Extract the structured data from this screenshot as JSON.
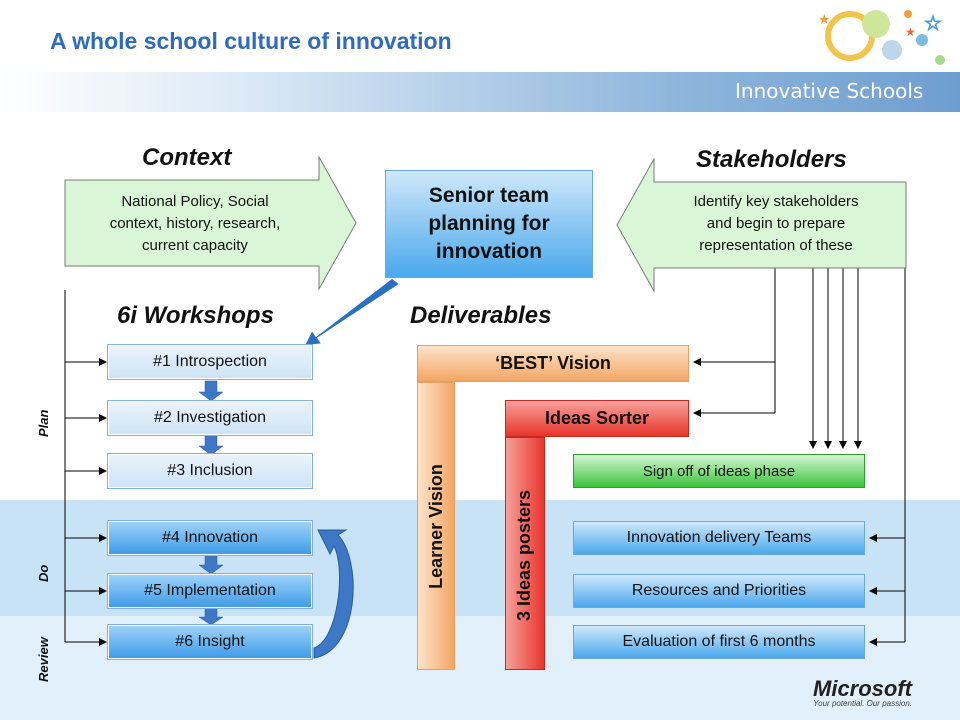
{
  "header": {
    "title": "A whole school culture of innovation",
    "brand": "Innovative Schools"
  },
  "context": {
    "heading": "Context",
    "text_lines": [
      "National Policy, Social",
      "context, history, research,",
      "current capacity"
    ]
  },
  "senior": {
    "text_lines": [
      "Senior team",
      "planning for",
      "innovation"
    ]
  },
  "stakeholders": {
    "heading": "Stakeholders",
    "text_lines": [
      "Identify key stakeholders",
      "and begin to prepare",
      "representation of these"
    ]
  },
  "workshops": {
    "heading": "6i  Workshops",
    "items": [
      "#1 Introspection",
      "#2 Investigation",
      "#3 Inclusion",
      "#4 Innovation",
      "#5 Implementation",
      "#6 Insight"
    ]
  },
  "phases": {
    "plan": "Plan",
    "do": "Do",
    "review": "Review"
  },
  "deliverables": {
    "heading": "Deliverables",
    "best_vision": "‘BEST’ Vision",
    "ideas_sorter": "Ideas Sorter",
    "learner_vision": "Learner Vision",
    "ideas_posters": "3 Ideas posters",
    "sign_off": "Sign off of ideas phase",
    "delivery_teams": "Innovation delivery Teams",
    "resources": "Resources and Priorities",
    "evaluation": "Evaluation of first 6 months"
  },
  "footer": {
    "logo": "Microsoft",
    "tagline": "Your potential. Our passion."
  },
  "colors": {
    "title_blue": "#2e6bbf",
    "arrow_green": "#d9f7d6",
    "senior_blue": "#3e9ee8",
    "vision_orange": "#f7b77d",
    "sorter_red": "#e8352c",
    "signoff_green": "#39c23a"
  }
}
